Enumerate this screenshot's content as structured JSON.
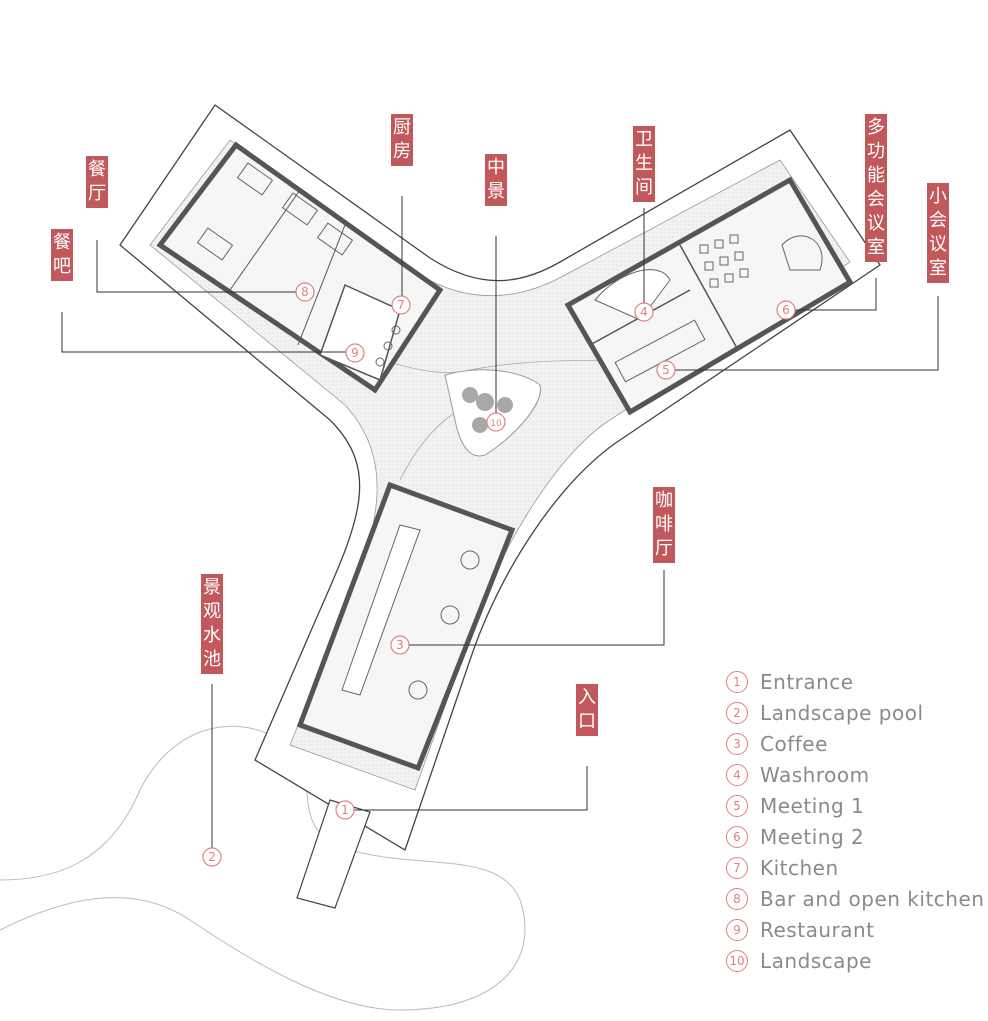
{
  "tags": [
    {
      "id": "can-ting",
      "text": "餐厅"
    },
    {
      "id": "can-ba",
      "text": "餐吧"
    },
    {
      "id": "chu-fang",
      "text": "厨房"
    },
    {
      "id": "zhong-jing",
      "text": "中景"
    },
    {
      "id": "wei-sheng-jian",
      "text": "卫生间"
    },
    {
      "id": "duo-gong-neng",
      "text": "多功能会议室"
    },
    {
      "id": "xiao-hui-yi",
      "text": "小会议室"
    },
    {
      "id": "ka-fei-ting",
      "text": "咖啡厅"
    },
    {
      "id": "jing-guan-shui-chi",
      "text": "景观水池"
    },
    {
      "id": "ru-kou",
      "text": "入口"
    }
  ],
  "markers": [
    {
      "num": "1"
    },
    {
      "num": "2"
    },
    {
      "num": "3"
    },
    {
      "num": "4"
    },
    {
      "num": "5"
    },
    {
      "num": "6"
    },
    {
      "num": "7"
    },
    {
      "num": "8"
    },
    {
      "num": "9"
    },
    {
      "num": "10"
    }
  ],
  "legend": [
    {
      "num": "1",
      "label": "Entrance"
    },
    {
      "num": "2",
      "label": "Landscape pool"
    },
    {
      "num": "3",
      "label": "Coffee"
    },
    {
      "num": "4",
      "label": "Washroom"
    },
    {
      "num": "5",
      "label": "Meeting 1"
    },
    {
      "num": "6",
      "label": "Meeting 2"
    },
    {
      "num": "7",
      "label": "Kitchen"
    },
    {
      "num": "8",
      "label": "Bar and open kitchen"
    },
    {
      "num": "9",
      "label": "Restaurant"
    },
    {
      "num": "10",
      "label": "Landscape"
    }
  ],
  "colors": {
    "tag": "#c1585b",
    "marker": "#e07f82",
    "legend_text": "#8a8a8a",
    "wall": "#555555",
    "line": "#333333",
    "floor": "#eeeeee"
  }
}
